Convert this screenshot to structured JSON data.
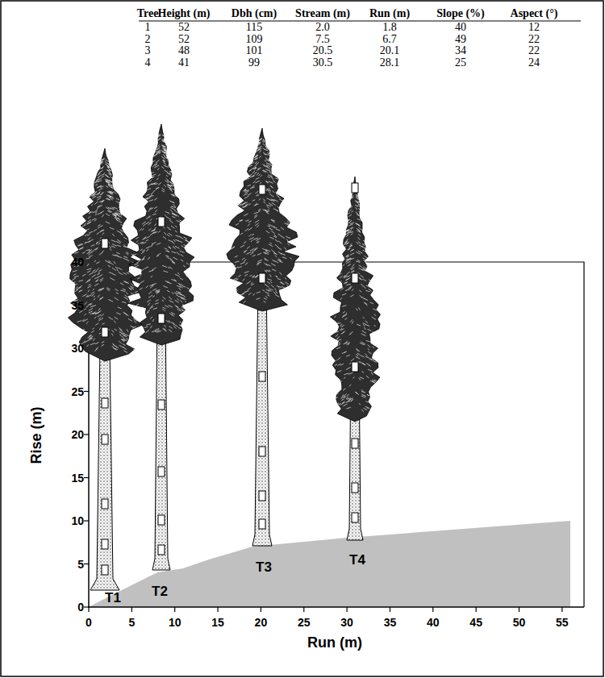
{
  "diagram": {
    "labels": [
      "Tree",
      "Height (m)",
      "Dbh (cm)",
      "Stream (m)",
      "Run (m)",
      "Slope (%)",
      "Aspect (°)",
      "1",
      "52",
      "115",
      "2.0",
      "1.8",
      "40",
      "12",
      "2",
      "52",
      "109",
      "7.5",
      "6.7",
      "49",
      "22",
      "3",
      "48",
      "101",
      "20.5",
      "20.1",
      "34",
      "22",
      "4",
      "41",
      "99",
      "30.5",
      "28.1",
      "25",
      "24",
      "T1",
      "T2",
      "T3",
      "T4",
      "0",
      "5",
      "10",
      "15",
      "20",
      "25",
      "30",
      "35",
      "40",
      "0",
      "5",
      "10",
      "15",
      "20",
      "25",
      "30",
      "35",
      "40",
      "45",
      "50",
      "55",
      "Rise (m)",
      "Run (m)"
    ]
  }
}
